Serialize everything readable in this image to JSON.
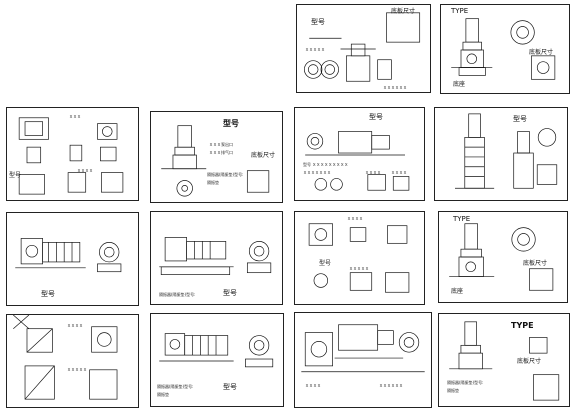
{
  "sheets": [
    {
      "name": "sheet-01",
      "labels": {
        "title": "型号",
        "dim": "底板尺寸",
        "n1": "ＸＸＸＸＸ",
        "n2": "ＸＸＸＸＸＸ"
      }
    },
    {
      "name": "sheet-02",
      "labels": {
        "title": "TYPE",
        "dim": "底板尺寸",
        "base": "底座"
      }
    },
    {
      "name": "sheet-03",
      "labels": {
        "side": "型号",
        "n1": "ＸＸＸ",
        "n2": "ＸＸＸＸ"
      }
    },
    {
      "name": "sheet-04",
      "labels": {
        "title": "型号",
        "line1": "ＸＸＸ泵出口",
        "line2": "ＸＸＸ排气口",
        "line3": "隔振器(隔振垫)型号:",
        "line4": "隔振垫",
        "dim": "底板尺寸"
      }
    },
    {
      "name": "sheet-05",
      "labels": {
        "title": "型号",
        "line1": "型号 ＸＸＸＸＸＸＸＸＸ",
        "line2": "ＸＸＸＸＸＸＸ",
        "n1": "ＸＸＸＸ",
        "n2": "ＸＸＸＸ"
      }
    },
    {
      "name": "sheet-06",
      "labels": {
        "title": "型号"
      }
    },
    {
      "name": "sheet-07",
      "labels": {
        "title": "型号"
      }
    },
    {
      "name": "sheet-08",
      "labels": {
        "line1": "隔振器(隔振垫)型号:",
        "title": "型号"
      }
    },
    {
      "name": "sheet-09",
      "labels": {
        "title": "型号",
        "n1": "ＸＸＸＸ",
        "n2": "ＸＸＸＸＸ"
      }
    },
    {
      "name": "sheet-10",
      "labels": {
        "title": "TYPE",
        "dim": "底板尺寸",
        "base": "底座"
      }
    },
    {
      "name": "sheet-11",
      "labels": {
        "n1": "ＸＸＸＸ",
        "n2": "ＸＸＸＸＸ"
      }
    },
    {
      "name": "sheet-12",
      "labels": {
        "line1": "隔振器(隔振垫)型号:",
        "line2": "隔振垫",
        "title": "型号"
      }
    },
    {
      "name": "sheet-13",
      "labels": {
        "n1": "ＸＸＸＸ",
        "n2": "ＸＸＸＸＸＸ"
      }
    },
    {
      "name": "sheet-14",
      "labels": {
        "title": "TYPE",
        "dim": "底板尺寸",
        "line1": "隔振器(隔振垫)型号:",
        "line2": "隔振垫"
      }
    }
  ]
}
